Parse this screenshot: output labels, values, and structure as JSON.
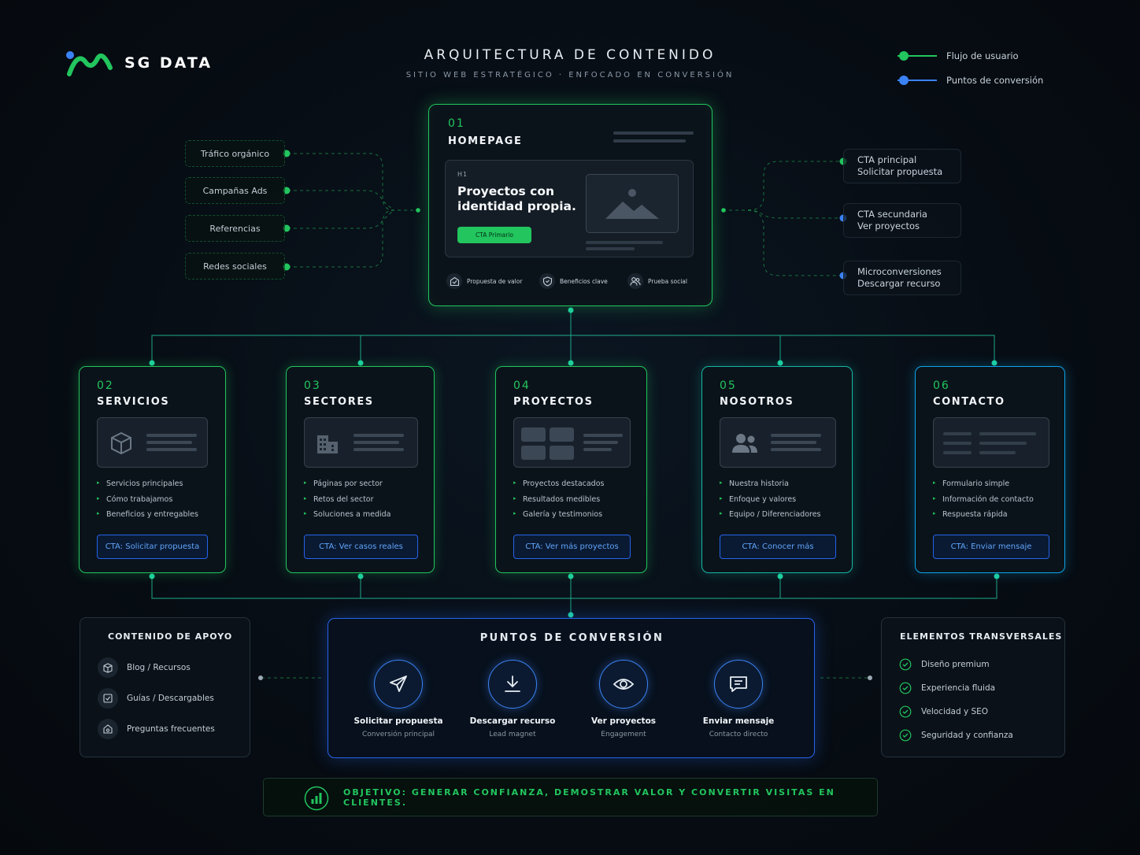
{
  "brand": {
    "name": "SG DATA",
    "logo_icon": "sg-wave-logo-icon"
  },
  "header": {
    "title": "ARQUITECTURA DE CONTENIDO",
    "subtitle": "SITIO WEB ESTRATÉGICO · ENFOCADO EN CONVERSIÓN"
  },
  "legend": {
    "user_flow": {
      "label": "Flujo de usuario",
      "color": "#22c55e"
    },
    "conversion": {
      "label": "Puntos de conversión",
      "color": "#3b82f6"
    }
  },
  "traffic_sources": [
    "Tráfico orgánico",
    "Campañas Ads",
    "Referencias",
    "Redes sociales"
  ],
  "homepage": {
    "number": "01",
    "title": "HOMEPAGE",
    "hero_tag": "H1",
    "hero_heading_line1": "Proyectos con",
    "hero_heading_line2": "identidad propia.",
    "cta_label": "CTA Primario",
    "image_icon": "image-placeholder-icon",
    "features": [
      {
        "label": "Propuesta de valor",
        "icon": "envelope-check-icon"
      },
      {
        "label": "Beneficios clave",
        "icon": "shield-heart-icon"
      },
      {
        "label": "Prueba social",
        "icon": "users-icon"
      }
    ]
  },
  "homepage_ctas": [
    {
      "title": "CTA principal",
      "detail": "Solicitar propuesta",
      "color": "#22c55e"
    },
    {
      "title": "CTA secundaria",
      "detail": "Ver proyectos",
      "color": "#3b82f6"
    },
    {
      "title": "Microconversiones",
      "detail": "Descargar recurso",
      "color": "#3b82f6"
    }
  ],
  "sections": [
    {
      "number": "02",
      "title": "SERVICIOS",
      "thumb_icon": "cube-icon",
      "items": [
        "Servicios principales",
        "Cómo trabajamos",
        "Beneficios y entregables"
      ],
      "cta": "CTA: Solicitar propuesta",
      "color": "#22c55e"
    },
    {
      "number": "03",
      "title": "SECTORES",
      "thumb_icon": "building-icon",
      "items": [
        "Páginas por sector",
        "Retos del sector",
        "Soluciones a medida"
      ],
      "cta": "CTA: Ver casos reales",
      "color": "#22c55e"
    },
    {
      "number": "04",
      "title": "PROYECTOS",
      "thumb_icon": "grid-icon",
      "items": [
        "Proyectos destacados",
        "Resultados medibles",
        "Galería y testimonios"
      ],
      "cta": "CTA: Ver más proyectos",
      "color": "#22c55e"
    },
    {
      "number": "05",
      "title": "NOSOTROS",
      "thumb_icon": "team-icon",
      "items": [
        "Nuestra historia",
        "Enfoque y valores",
        "Equipo / Diferenciadores"
      ],
      "cta": "CTA: Conocer más",
      "color": "#14b8a6"
    },
    {
      "number": "06",
      "title": "CONTACTO",
      "thumb_icon": "form-icon",
      "items": [
        "Formulario simple",
        "Información de contacto",
        "Respuesta rápida"
      ],
      "cta": "CTA: Enviar mensaje",
      "color": "#0ea5e9"
    }
  ],
  "support": {
    "title": "CONTENIDO DE APOYO",
    "items": [
      {
        "label": "Blog / Recursos",
        "icon": "box-open-icon"
      },
      {
        "label": "Guías / Descargables",
        "icon": "checkbox-icon"
      },
      {
        "label": "Preguntas frecuentes",
        "icon": "question-house-icon"
      }
    ]
  },
  "conversion": {
    "title": "PUNTOS DE CONVERSIÓN",
    "items": [
      {
        "label": "Solicitar propuesta",
        "sub": "Conversión principal",
        "icon": "send-icon"
      },
      {
        "label": "Descargar recurso",
        "sub": "Lead magnet",
        "icon": "download-icon"
      },
      {
        "label": "Ver proyectos",
        "sub": "Engagement",
        "icon": "eye-icon"
      },
      {
        "label": "Enviar mensaje",
        "sub": "Contacto directo",
        "icon": "message-icon"
      }
    ]
  },
  "transversal": {
    "title": "ELEMENTOS TRANSVERSALES",
    "items": [
      "Diseño premium",
      "Experiencia fluida",
      "Velocidad y SEO",
      "Seguridad y confianza"
    ]
  },
  "objective": {
    "text": "OBJETIVO: GENERAR CONFIANZA, DEMOSTRAR VALOR Y CONVERTIR VISITAS EN CLIENTES.",
    "icon": "bar-chart-icon"
  }
}
